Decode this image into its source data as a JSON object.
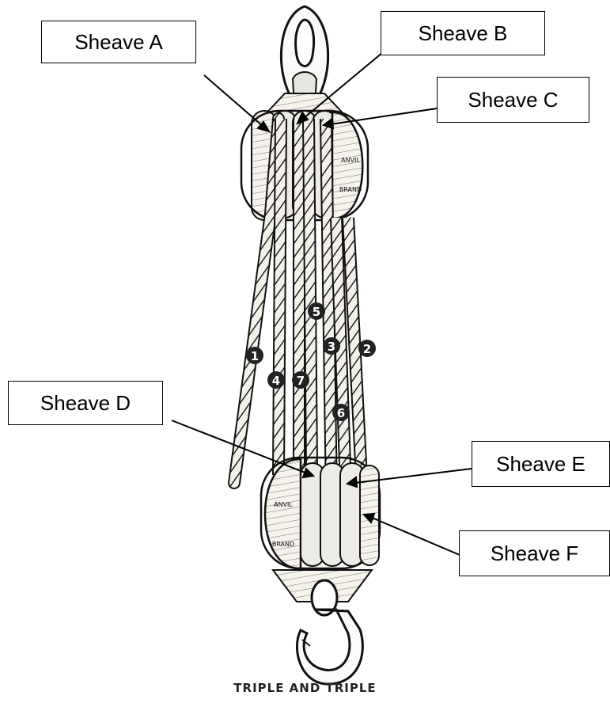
{
  "labels": {
    "sheave_a": "Sheave A",
    "sheave_b": "Sheave B",
    "sheave_c": "Sheave C",
    "sheave_d": "Sheave D",
    "sheave_e": "Sheave E",
    "sheave_f": "Sheave F"
  },
  "rope_numbers": {
    "n1": "1",
    "n2": "2",
    "n3": "3",
    "n4": "4",
    "n5": "5",
    "n6": "6",
    "n7": "7"
  },
  "block_text": {
    "top": [
      "ANVIL",
      "BRAND"
    ],
    "bottom": [
      "ANVIL",
      "BRAND"
    ]
  },
  "caption": "TRIPLE AND TRIPLE"
}
